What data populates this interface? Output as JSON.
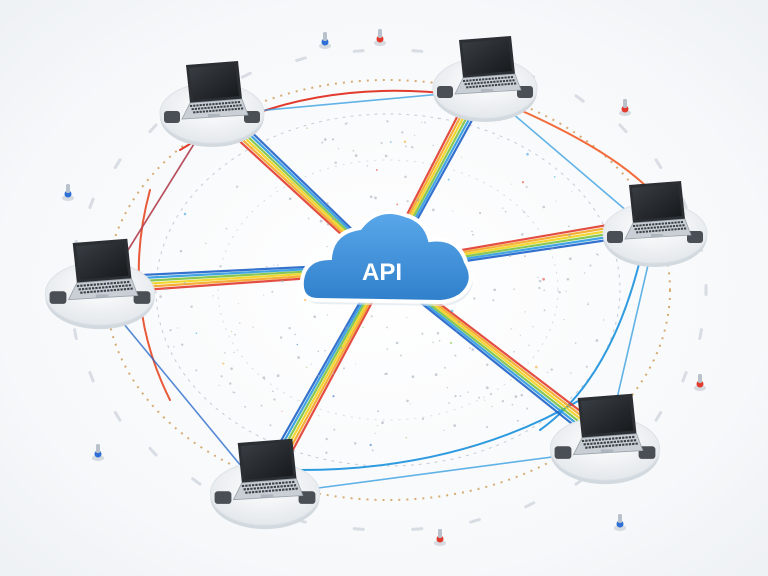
{
  "hub": {
    "label": "API",
    "icon": "cloud-icon",
    "color": "#3d8fd6"
  },
  "nodes": [
    {
      "name": "laptop-top-left",
      "icon": "laptop-icon"
    },
    {
      "name": "laptop-top-right",
      "icon": "laptop-icon"
    },
    {
      "name": "laptop-right",
      "icon": "laptop-icon"
    },
    {
      "name": "laptop-bottom-right",
      "icon": "laptop-icon"
    },
    {
      "name": "laptop-bottom-left",
      "icon": "laptop-icon"
    },
    {
      "name": "laptop-left",
      "icon": "laptop-icon"
    }
  ],
  "link_colors": [
    "#e23b2e",
    "#f5a623",
    "#f2d21b",
    "#7dc242",
    "#2e9be0",
    "#1f63c9"
  ]
}
